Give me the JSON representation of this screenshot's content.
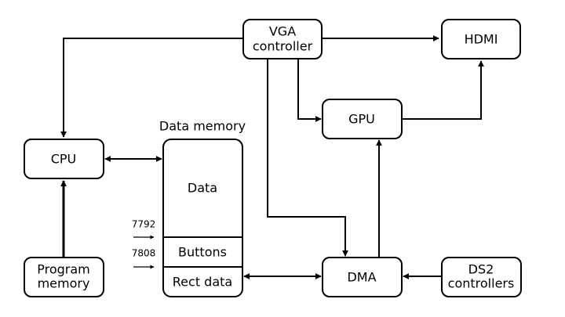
{
  "nodes": {
    "vga": {
      "line1": "VGA",
      "line2": "controller"
    },
    "hdmi": {
      "label": "HDMI"
    },
    "gpu": {
      "label": "GPU"
    },
    "cpu": {
      "label": "CPU"
    },
    "program_memory": {
      "line1": "Program",
      "line2": "memory"
    },
    "dma": {
      "label": "DMA"
    },
    "ds2": {
      "line1": "DS2",
      "line2": "controllers"
    }
  },
  "data_memory": {
    "title": "Data memory",
    "sections": {
      "data": "Data",
      "buttons": "Buttons",
      "rect_data": "Rect data"
    },
    "address_buttons": "7792",
    "address_rect": "7808"
  },
  "colors": {
    "buttons_text": "#5a8f3a",
    "rect_data_text": "#c0504d"
  }
}
